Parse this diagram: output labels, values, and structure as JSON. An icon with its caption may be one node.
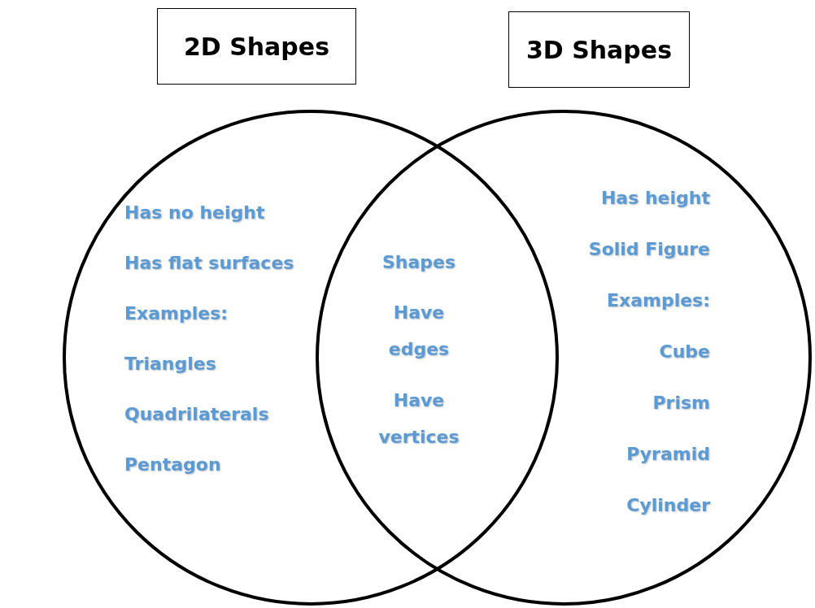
{
  "diagram": {
    "nodes": [
      {
        "text": [
          "2D Shapes"
        ]
      },
      {
        "text": [
          "3D Shapes"
        ]
      },
      {
        "text": [
          "Has no height",
          "Has flat surfaces",
          "Examples:",
          "Triangles",
          "Quadrilaterals",
          "Pentagon"
        ]
      },
      {
        "text": [
          "Has height",
          "Solid Figure",
          "Examples:",
          "Cube",
          "Prism",
          "Pyramid",
          "Cylinder"
        ]
      },
      {
        "text": [
          "Shapes",
          "Have edges",
          "Have vertices"
        ]
      }
    ],
    "edges": []
  }
}
